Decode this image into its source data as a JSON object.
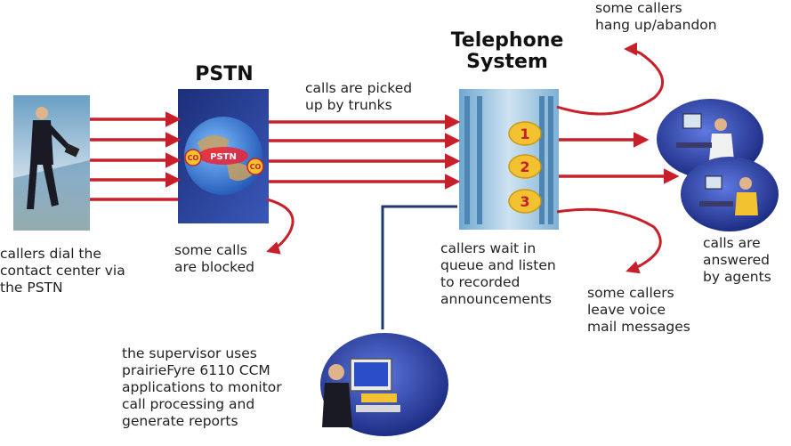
{
  "titles": {
    "pstn": "PSTN",
    "telephone_system": "Telephone\nSystem"
  },
  "labels": {
    "callers_dial": "callers dial the\ncontact center via\nthe PSTN",
    "calls_blocked": "some calls\nare blocked",
    "picked_up": "calls are picked\nup by trunks",
    "hang_up": "some callers\nhang up/abandon",
    "wait_in_queue": "callers wait in\nqueue and listen\nto recorded\nannouncements",
    "voice_mail": "some callers\nleave voice\nmail messages",
    "answered": "calls are\nanswered\nby agents",
    "supervisor": "the supervisor uses\nprairieFyre 6110 CCM\napplications to monitor\ncall processing and\ngenerate reports"
  },
  "pstn_globe": {
    "center_text": "PSTN",
    "co_left": "CO",
    "co_right": "CO"
  },
  "queue_slots": [
    "1",
    "2",
    "3"
  ],
  "colors": {
    "arrow": "#c8202a",
    "supervisor_line": "#1f3a6b",
    "text": "#222222"
  }
}
